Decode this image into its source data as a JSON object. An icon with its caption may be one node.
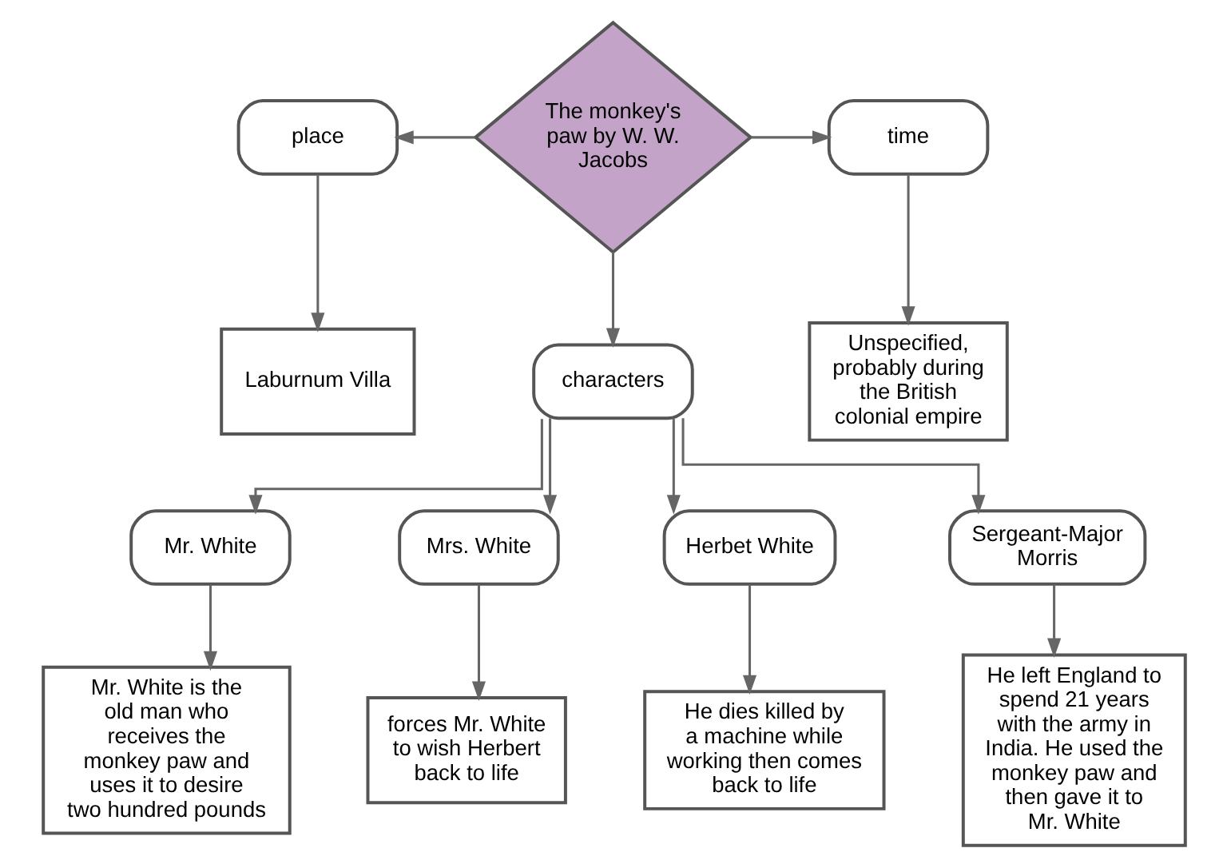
{
  "diagram": {
    "nodes": [
      {
        "text": [
          "The monkey's paw by W. W. Jacobs"
        ]
      },
      {
        "text": [
          "place"
        ]
      },
      {
        "text": [
          "time"
        ]
      },
      {
        "text": [
          "Laburnum Villa"
        ]
      },
      {
        "text": [
          "Unspecified, probably during the British colonial empire"
        ]
      },
      {
        "text": [
          "characters"
        ]
      },
      {
        "text": [
          "Mr. White"
        ]
      },
      {
        "text": [
          "Mrs. White"
        ]
      },
      {
        "text": [
          "Herbet White"
        ]
      },
      {
        "text": [
          "Sergeant-Major Morris"
        ]
      },
      {
        "text": [
          "Mr. White is the old man who receives the monkey paw and uses it to desire two hundred pounds"
        ]
      },
      {
        "text": [
          "forces Mr. White to wish Herbert back to life"
        ]
      },
      {
        "text": [
          "He dies killed by a machine while working then comes back to life"
        ]
      },
      {
        "text": [
          "He left England to spend 21 years with the army in India. He used the monkey paw and then gave it to Mr. White"
        ]
      }
    ],
    "edges": [
      {
        "from": 0,
        "to": 1,
        "arrow": "to"
      },
      {
        "from": 0,
        "to": 2,
        "arrow": "to"
      },
      {
        "from": 1,
        "to": 3,
        "arrow": "to"
      },
      {
        "from": 2,
        "to": 4,
        "arrow": "to"
      },
      {
        "from": 0,
        "to": 5,
        "arrow": "to"
      },
      {
        "from": 5,
        "to": 6,
        "arrow": "to"
      },
      {
        "from": 5,
        "to": 7,
        "arrow": "to"
      },
      {
        "from": 5,
        "to": 8,
        "arrow": "to"
      },
      {
        "from": 5,
        "to": 9,
        "arrow": "to"
      },
      {
        "from": 6,
        "to": 10,
        "arrow": "to"
      },
      {
        "from": 7,
        "to": 11,
        "arrow": "to"
      },
      {
        "from": 8,
        "to": 12,
        "arrow": "to"
      },
      {
        "from": 9,
        "to": 13,
        "arrow": "to"
      }
    ]
  }
}
